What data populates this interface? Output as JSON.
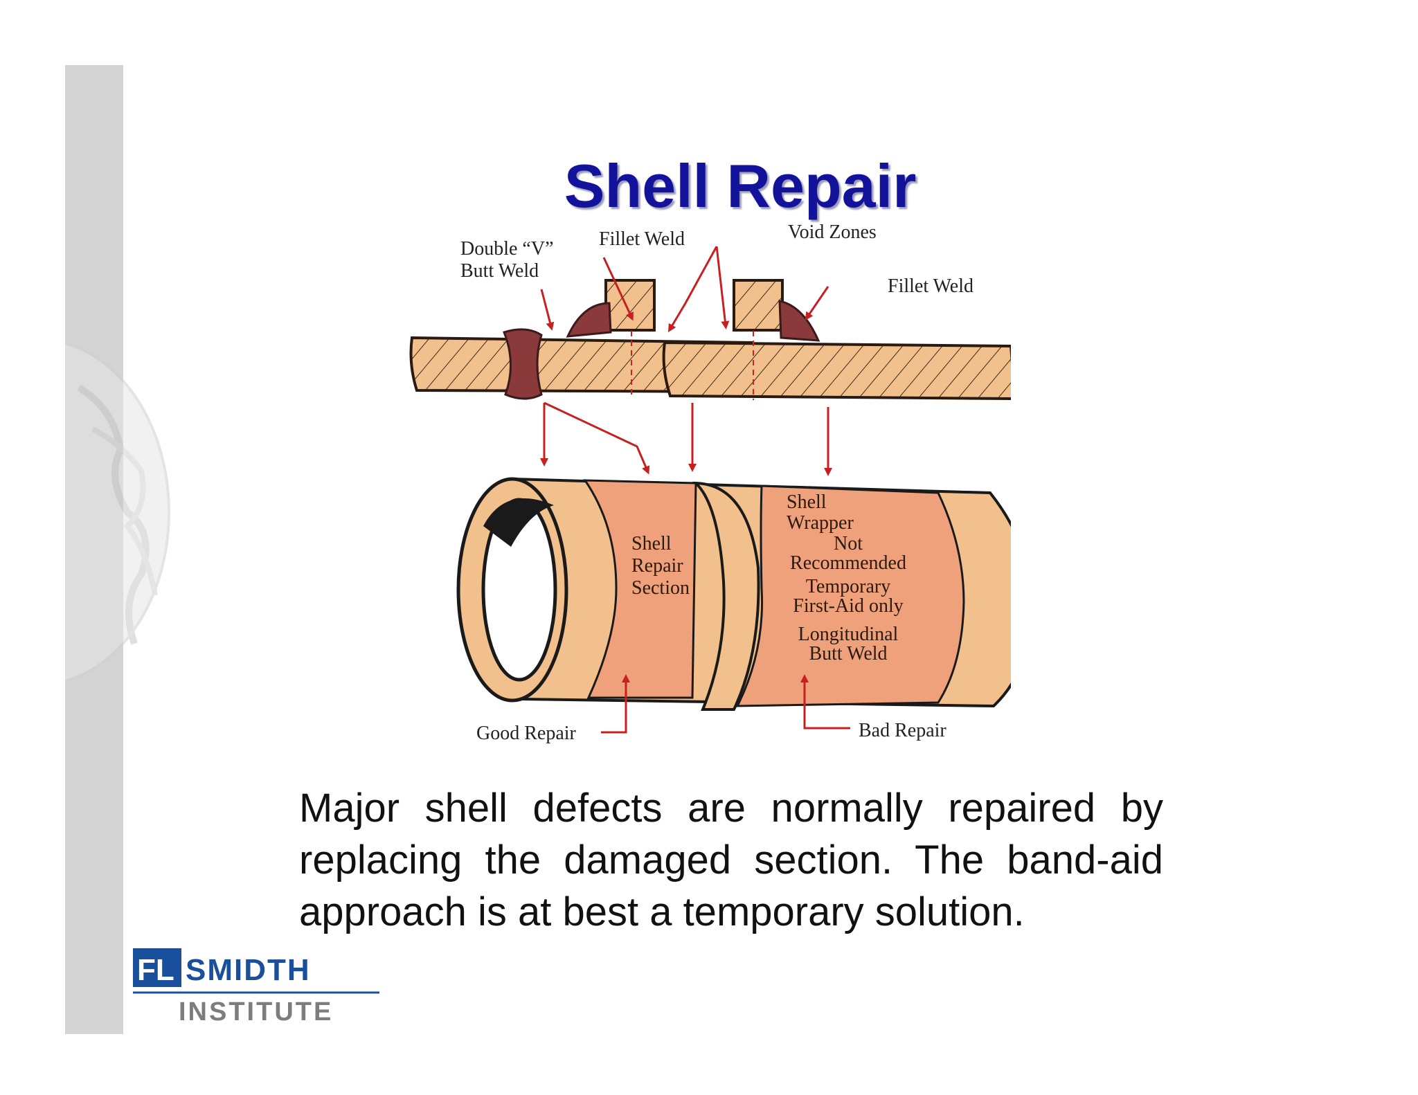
{
  "slide": {
    "title": "Shell Repair",
    "body": "Major shell defects are normally repaired by replacing the damaged section. The band-aid approach is at best a temporary solution."
  },
  "diagram": {
    "labels": {
      "double_v_line1": "Double “V”",
      "double_v_line2": "Butt Weld",
      "fillet_weld_left": "Fillet Weld",
      "void_zones": "Void Zones",
      "fillet_weld_right": "Fillet Weld",
      "shell_repair_line1": "Shell",
      "shell_repair_line2": "Repair",
      "shell_repair_line3": "Section",
      "shell_wrapper_line1": "Shell",
      "shell_wrapper_line2": "Wrapper",
      "not_recommended_line1": "Not",
      "not_recommended_line2": "Recommended",
      "temporary_line1": "Temporary",
      "temporary_line2": "First-Aid only",
      "longitudinal_line1": "Longitudinal",
      "longitudinal_line2": "Butt Weld",
      "good_repair": "Good Repair",
      "bad_repair": "Bad Repair"
    }
  },
  "logo": {
    "brand_prefix": "FL",
    "brand_suffix": "SMIDTH",
    "subtitle": "INSTITUTE"
  },
  "colors": {
    "title": "#12129a",
    "plate_fill": "#f2c08c",
    "repair_fill": "#eea17a",
    "weld_fill": "#8a3a3a",
    "arrow": "#d42020",
    "logo_blue": "#1a4f9c"
  }
}
